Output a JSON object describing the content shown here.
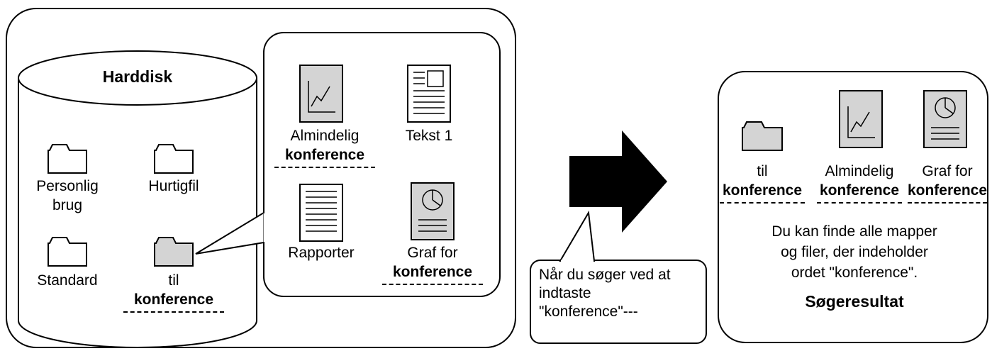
{
  "hdd": {
    "title": "Harddisk",
    "folders": {
      "personal": {
        "line1": "Personlig",
        "line2": "brug"
      },
      "quickfile": {
        "line1": "Hurtigfil"
      },
      "standard": {
        "line1": "Standard"
      },
      "conference": {
        "line1": "til",
        "keyword": "konference"
      }
    }
  },
  "folder_contents": {
    "general": {
      "line1": "Almindelig",
      "keyword": "konference"
    },
    "text": {
      "line1": "Tekst 1"
    },
    "reports": {
      "line1": "Rapporter"
    },
    "graph": {
      "line1": "Graf for",
      "keyword": "konference"
    }
  },
  "callout": {
    "line1": "Når du søger ved at",
    "line2": "indtaste",
    "line3": "\"konference\"---"
  },
  "result": {
    "items": {
      "folder": {
        "line1": "til",
        "keyword": "konference"
      },
      "general": {
        "line1": "Almindelig",
        "keyword": "konference"
      },
      "graph": {
        "line1": "Graf for",
        "keyword": "konference"
      }
    },
    "description": {
      "line1": "Du kan finde alle mapper",
      "line2": "og filer, der indeholder",
      "line3": "ordet \"konference\"."
    },
    "title": "Søgeresultat"
  },
  "colors": {
    "fill_gray": "#d4d4d4",
    "stroke": "#000000"
  }
}
